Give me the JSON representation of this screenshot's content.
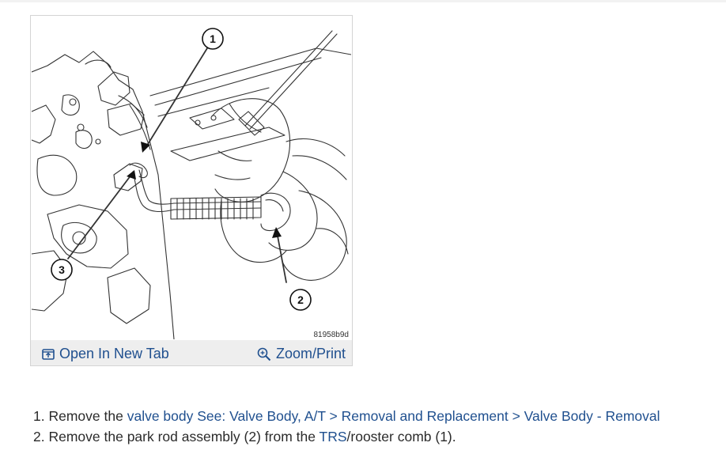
{
  "figure": {
    "callouts": [
      "1",
      "2",
      "3"
    ],
    "code": "81958b9d",
    "open_tab_label": "Open In New Tab",
    "zoom_label": "Zoom/Print",
    "open_tab_icon": "open-tab-icon",
    "zoom_icon": "zoom-icon"
  },
  "steps": [
    {
      "number": "1.",
      "text_before": "Remove the",
      "link": "valve body See: Valve Body, A/T > Removal and Replacement > Valve Body - Removal"
    },
    {
      "number": "2.",
      "text_before": "Remove the park rod assembly (2) from the",
      "link": "TRS",
      "text_after": "/rooster comb (1)."
    }
  ],
  "colors": {
    "link": "#20508f",
    "bar_background": "#eeeeee",
    "border": "#d4d4d4"
  }
}
